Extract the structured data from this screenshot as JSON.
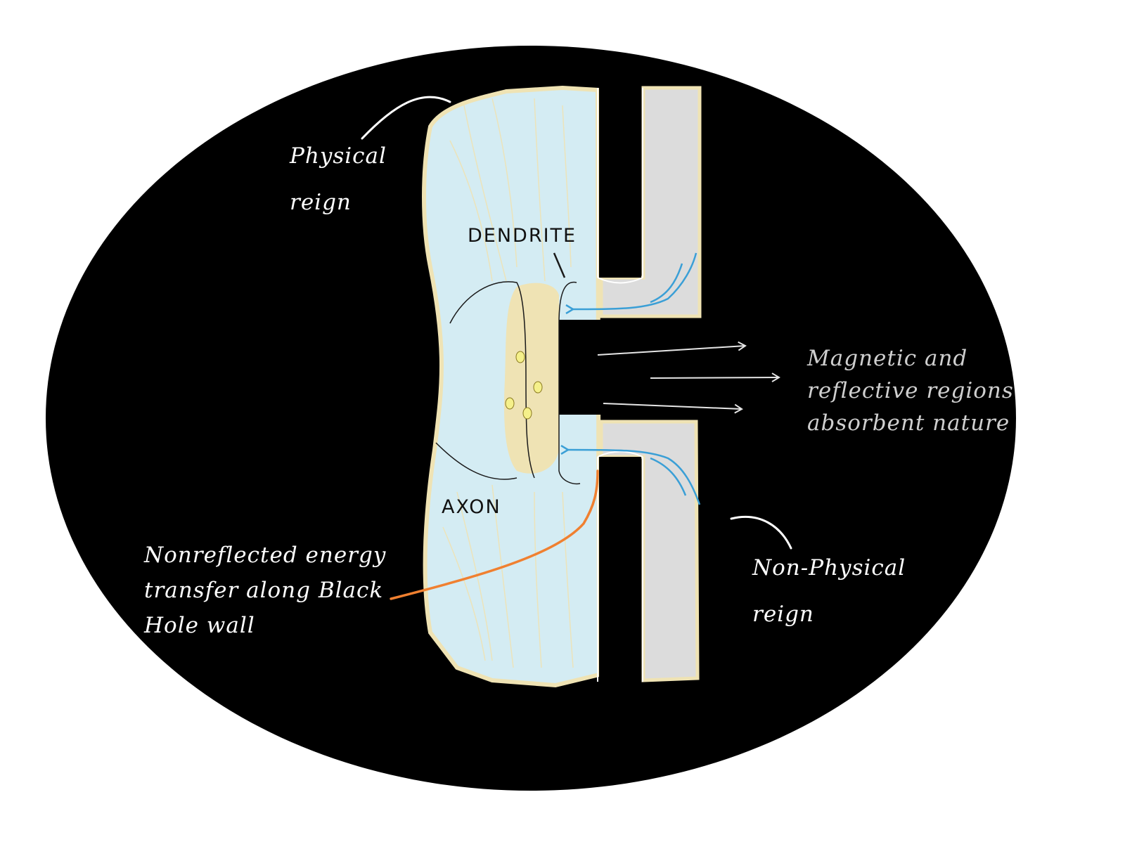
{
  "labels": {
    "physical_line1": "Physical",
    "physical_line2": "reign",
    "dendrite": "DENDRITE",
    "axon": "AXON",
    "magnetic_line1": "Magnetic and",
    "magnetic_line2": "reflective regions",
    "magnetic_line3": "absorbent nature",
    "nonreflected_line1": "Nonreflected energy",
    "nonreflected_line2": "transfer along Black",
    "nonreflected_line3": "Hole wall",
    "nonphysical_line1": "Non-Physical",
    "nonphysical_line2": "reign"
  },
  "colors": {
    "background": "#000000",
    "physical_region": "#d4ecf3",
    "tan_accent": "#efe3b4",
    "nonphysical_region": "#dcdcdc",
    "energy_flow_arrows": "#3a9fd6",
    "leader_orange": "#f08030",
    "label_text": "#ffffff",
    "magnetic_text": "#cfcfcf"
  }
}
